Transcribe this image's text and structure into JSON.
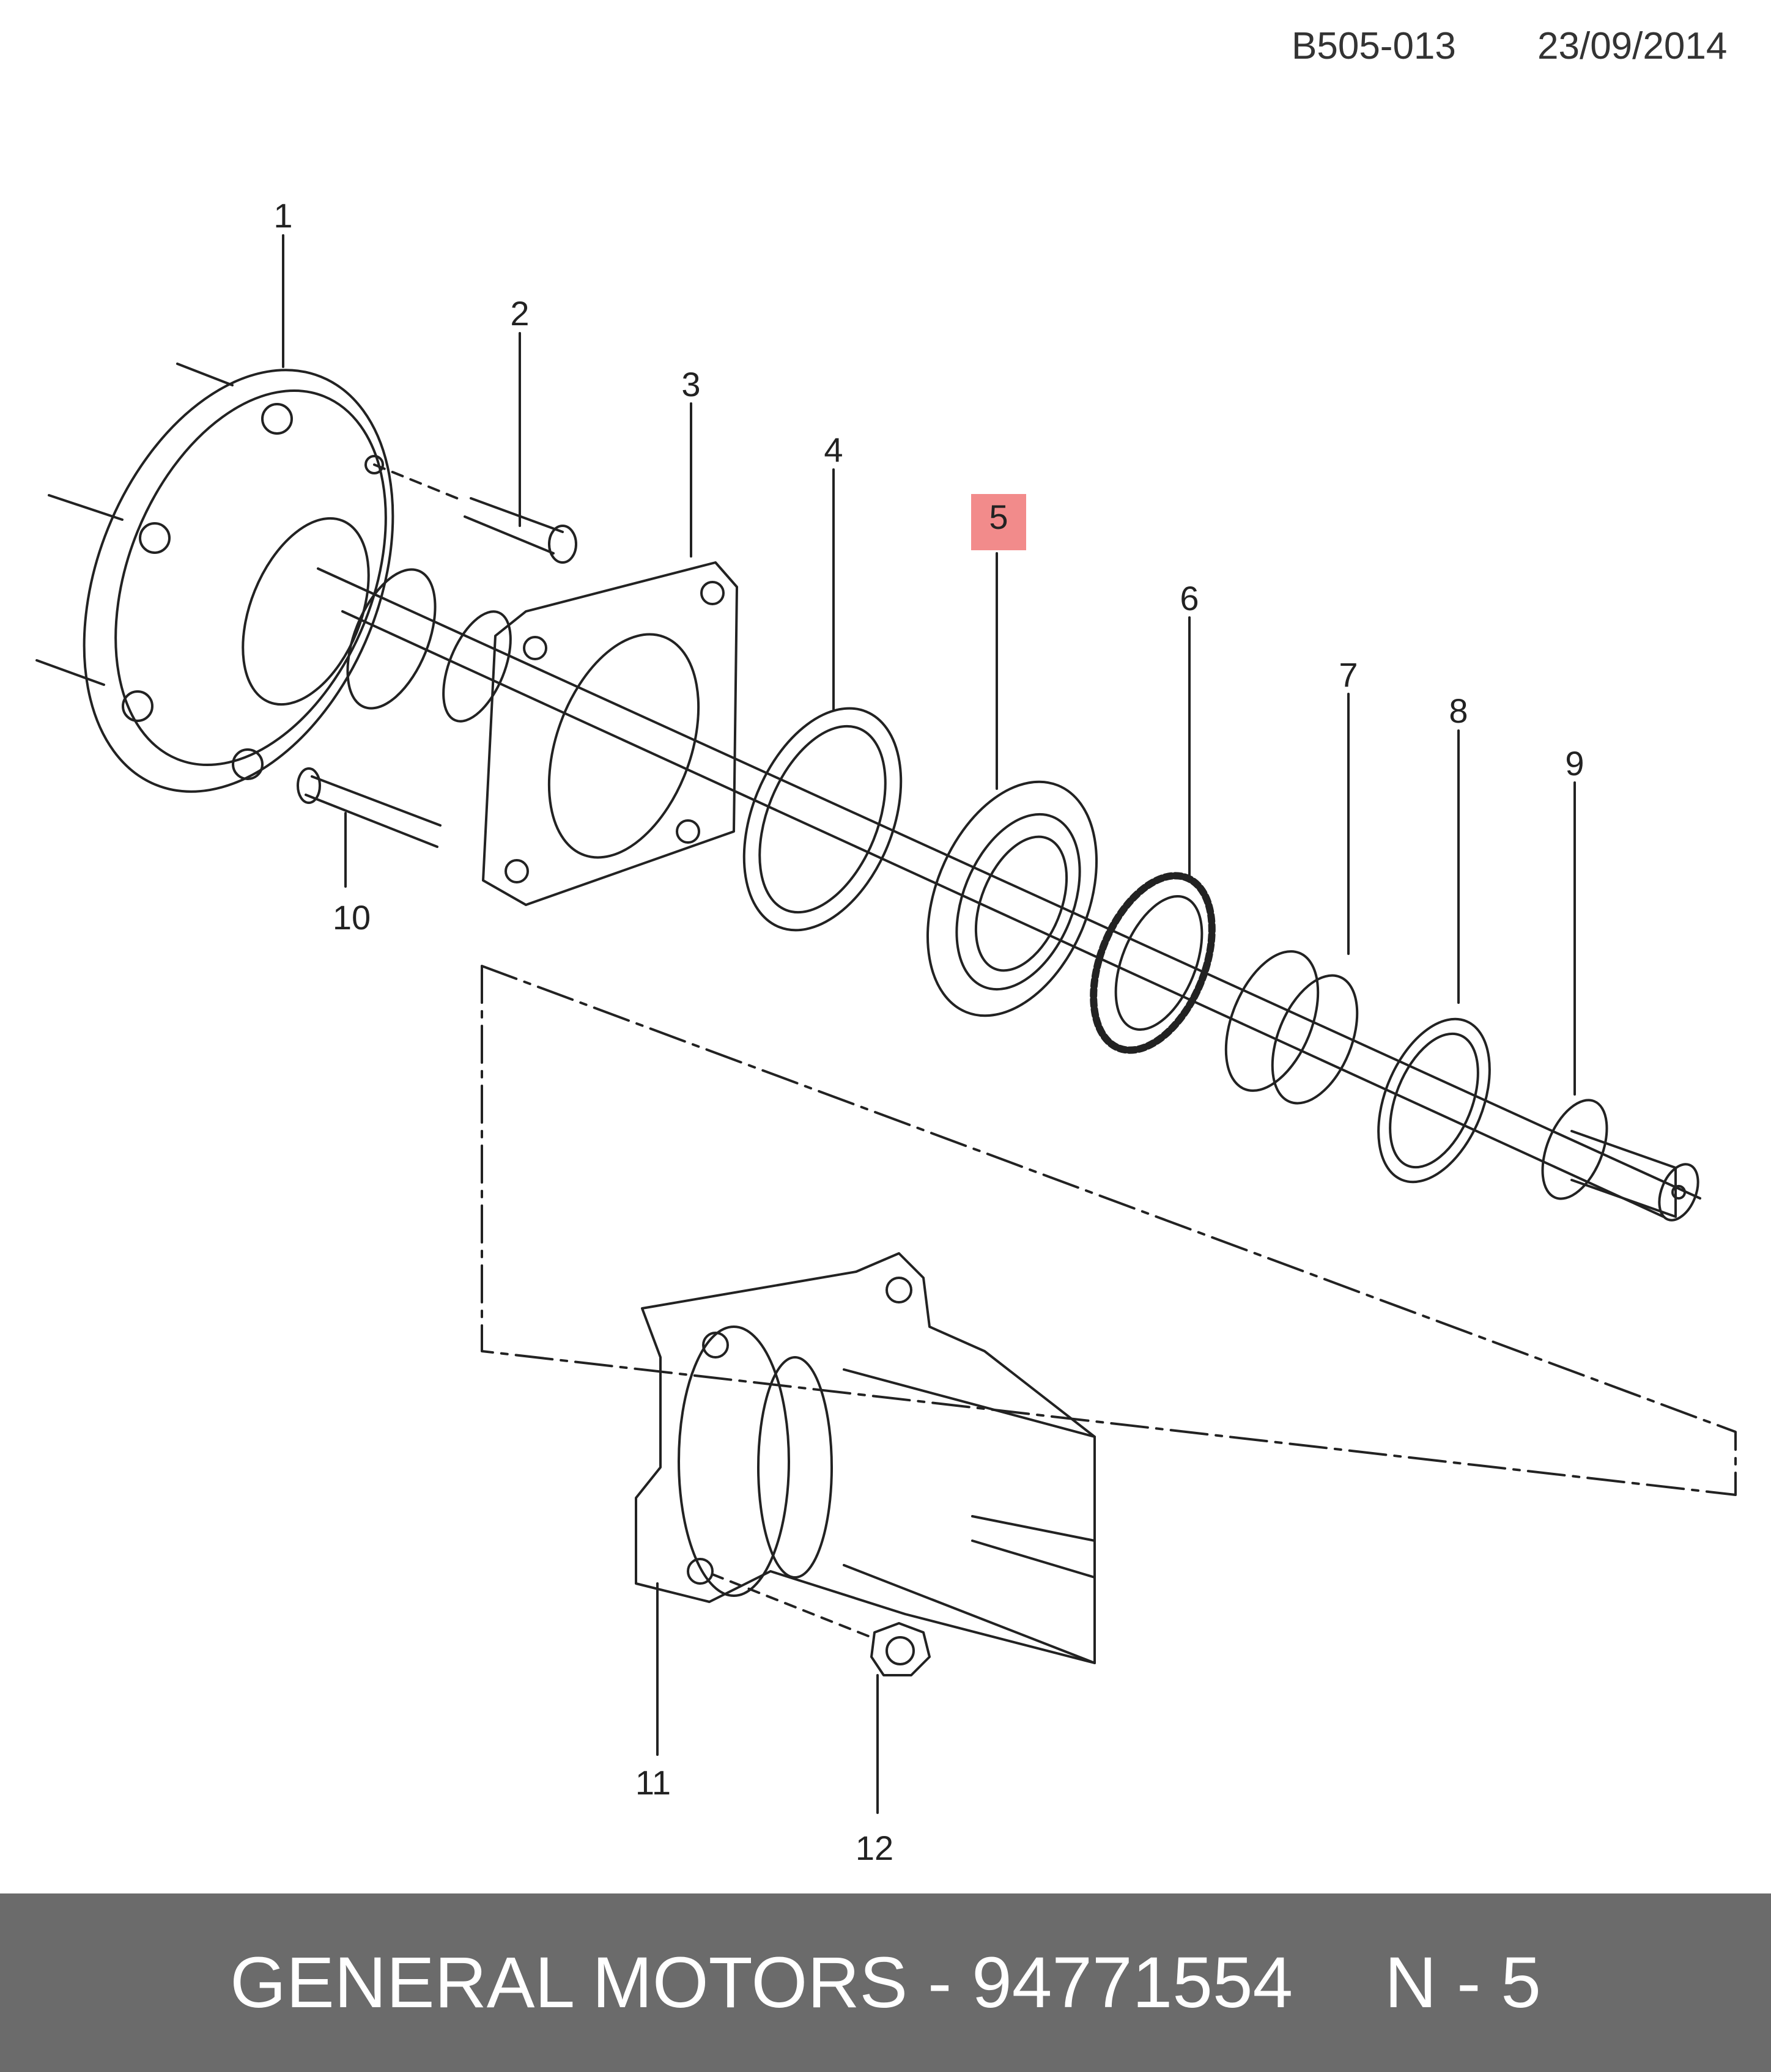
{
  "header": {
    "drawing_code": "B505-013",
    "date": "23/09/2014"
  },
  "callouts": [
    {
      "label": "1"
    },
    {
      "label": "2"
    },
    {
      "label": "3"
    },
    {
      "label": "4"
    },
    {
      "label": "5",
      "highlighted": true
    },
    {
      "label": "6"
    },
    {
      "label": "7"
    },
    {
      "label": "8"
    },
    {
      "label": "9"
    },
    {
      "label": "10"
    },
    {
      "label": "11"
    },
    {
      "label": "12"
    }
  ],
  "footer": {
    "part_text": "GENERAL MOTORS - 94771554",
    "ref_text": "N - 5"
  },
  "colors": {
    "highlight": "#f28b8b",
    "footer_bg": "#6b6b6b",
    "line": "#222222"
  }
}
